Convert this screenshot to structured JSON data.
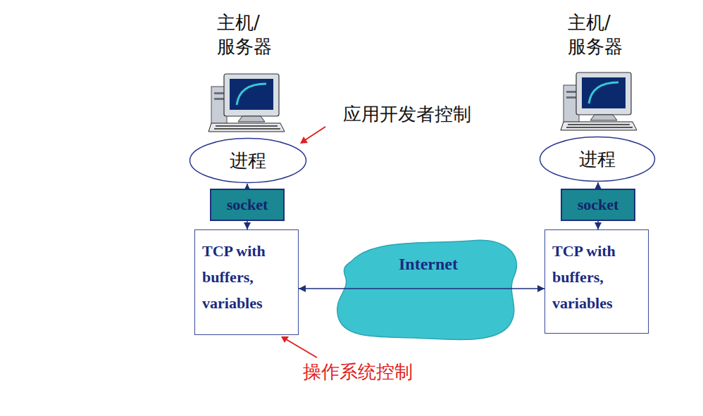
{
  "diagram": {
    "nodes": [
      {
        "text": [
          "进程"
        ]
      },
      {
        "text": [
          "socket"
        ]
      },
      {
        "text": [
          "TCP with buffers, variables"
        ]
      },
      {
        "text": [
          "进程"
        ]
      },
      {
        "text": [
          "socket"
        ]
      },
      {
        "text": [
          "TCP with buffers, variables"
        ]
      },
      {
        "text": [
          "Internet"
        ]
      }
    ],
    "edges": [
      {
        "from": 1,
        "to": 0,
        "arrow": "to"
      },
      {
        "from": 1,
        "to": 2,
        "arrow": "to"
      },
      {
        "from": 4,
        "to": 3,
        "arrow": "to"
      },
      {
        "from": 4,
        "to": 5,
        "arrow": "to"
      },
      {
        "from": 2,
        "to": 5,
        "arrow": "both"
      }
    ],
    "labels": [
      "主机/ 服务器",
      "主机/ 服务器",
      "应用开发者控制",
      "操作系统控制"
    ]
  }
}
